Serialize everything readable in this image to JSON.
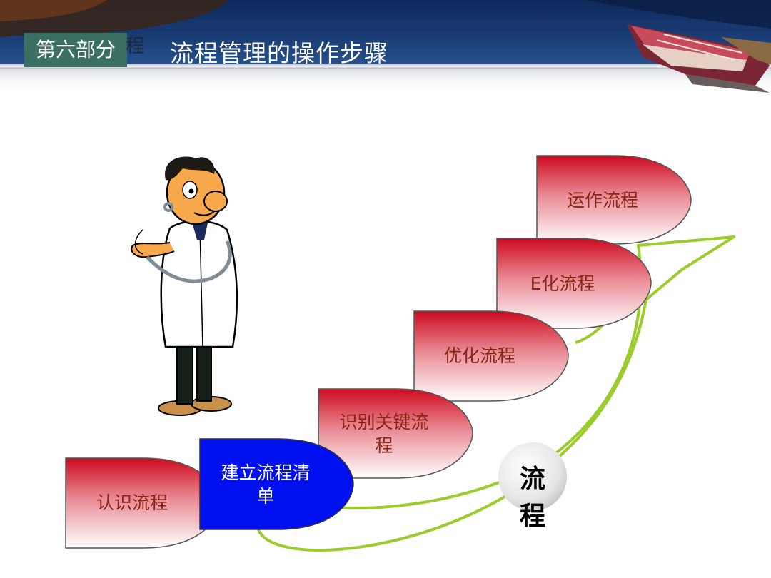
{
  "header": {
    "section_badge": "第六部分",
    "badge_residual": "程",
    "title": "流程管理的操作步骤"
  },
  "diagram": {
    "steps": [
      {
        "label": "认识流程"
      },
      {
        "label": "建立流程清\n单"
      },
      {
        "label": "识别关键流\n程"
      },
      {
        "label": "优化流程"
      },
      {
        "label": "E化流程"
      },
      {
        "label": "运作流程"
      }
    ],
    "center_label": "流 程"
  },
  "colors": {
    "step_red": "#cc0a1e",
    "step_blue": "#0010ee",
    "arrow_green": "#9acd2c",
    "label_red": "#8a2515",
    "badge_bg": "#3b6f64"
  }
}
